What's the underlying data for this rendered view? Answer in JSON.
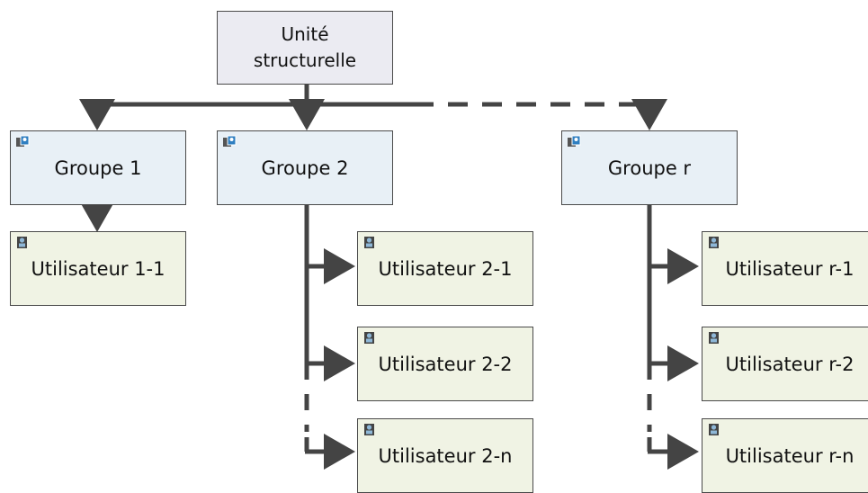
{
  "colors": {
    "root_fill": "#ebebf2",
    "group_fill": "#e8f0f6",
    "user_fill": "#f0f3e4",
    "line": "#444444",
    "border": "#4a4a4a"
  },
  "root": {
    "line1": "Unité",
    "line2": "structurelle"
  },
  "groups": [
    {
      "label": "Groupe 1",
      "icon": "group-icon"
    },
    {
      "label": "Groupe 2",
      "icon": "group-icon"
    },
    {
      "label": "Groupe r",
      "icon": "group-icon"
    }
  ],
  "users": {
    "group1": [
      "Utilisateur 1-1"
    ],
    "group2": [
      "Utilisateur 2-1",
      "Utilisateur 2-2",
      "Utilisateur 2-n"
    ],
    "groupr": [
      "Utilisateur r-1",
      "Utilisateur r-2",
      "Utilisateur r-n"
    ],
    "icon": "user-icon"
  }
}
